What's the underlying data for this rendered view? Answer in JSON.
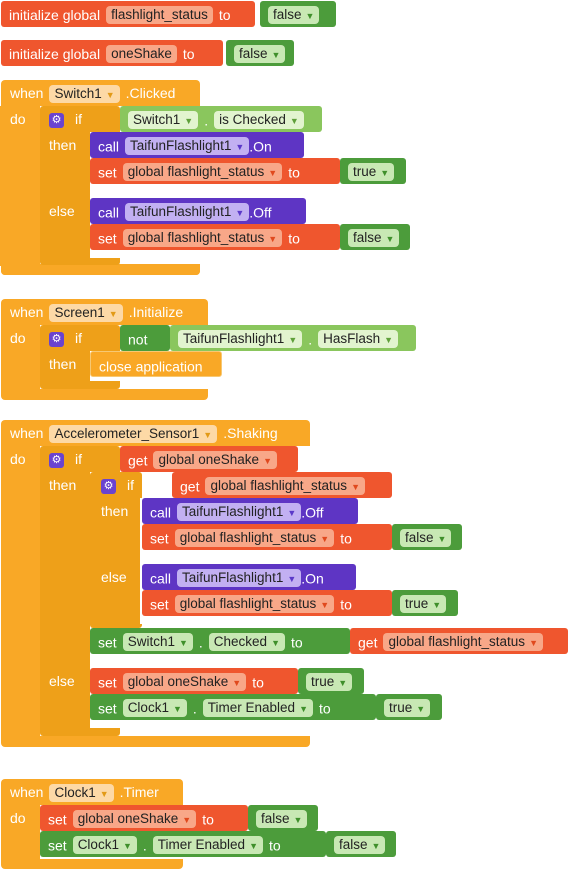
{
  "kw": {
    "initialize_global": "initialize global",
    "to": "to",
    "when": "when",
    "do": "do",
    "if": "if",
    "then": "then",
    "else": "else",
    "call": "call",
    "set": "set",
    "get": "get",
    "not": "not",
    "dot": "."
  },
  "values": {
    "true": "true",
    "false": "false"
  },
  "names": {
    "flashlight_status": "flashlight_status",
    "oneShake": "oneShake",
    "global_flashlight_status": "global flashlight_status",
    "global_oneShake": "global oneShake"
  },
  "components": {
    "Switch1": "Switch1",
    "Screen1": "Screen1",
    "Accelerometer": "Accelerometer_Sensor1",
    "Clock1": "Clock1",
    "Flashlight": "TaifunFlashlight1"
  },
  "events": {
    "clicked": ".Clicked",
    "initialize": ".Initialize",
    "shaking": ".Shaking",
    "timer": ".Timer"
  },
  "methods": {
    "on": ".On",
    "off": ".Off"
  },
  "props": {
    "is_checked": "is Checked",
    "has_flash": "HasFlash",
    "checked": "Checked",
    "timer_enabled": "Timer Enabled"
  },
  "actions": {
    "close_application": "close application"
  },
  "icons": {
    "gear": "gear-icon",
    "dropdown": "dropdown-arrow-icon"
  },
  "colors": {
    "event_block": "#f9a826",
    "variable_block": "#ef562e",
    "logic_block": "#4c9c3b",
    "component_getter": "#8ac65d",
    "component_method": "#5e35c4"
  }
}
